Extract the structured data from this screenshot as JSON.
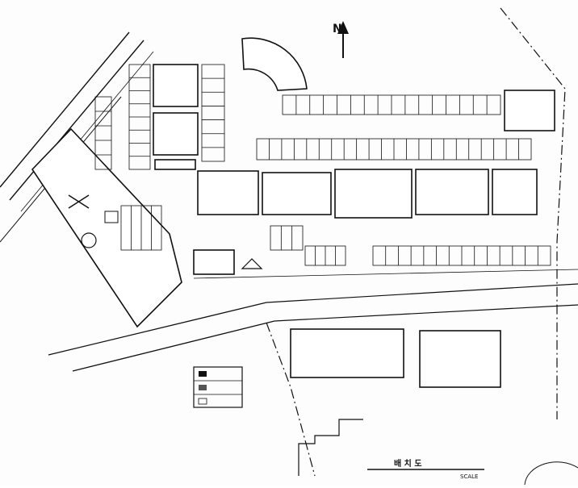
{
  "north": {
    "label": "N"
  },
  "plan": {
    "title": "배 치 도",
    "scale": "SCALE"
  },
  "legend": {
    "rows": [
      "",
      "",
      ""
    ]
  }
}
